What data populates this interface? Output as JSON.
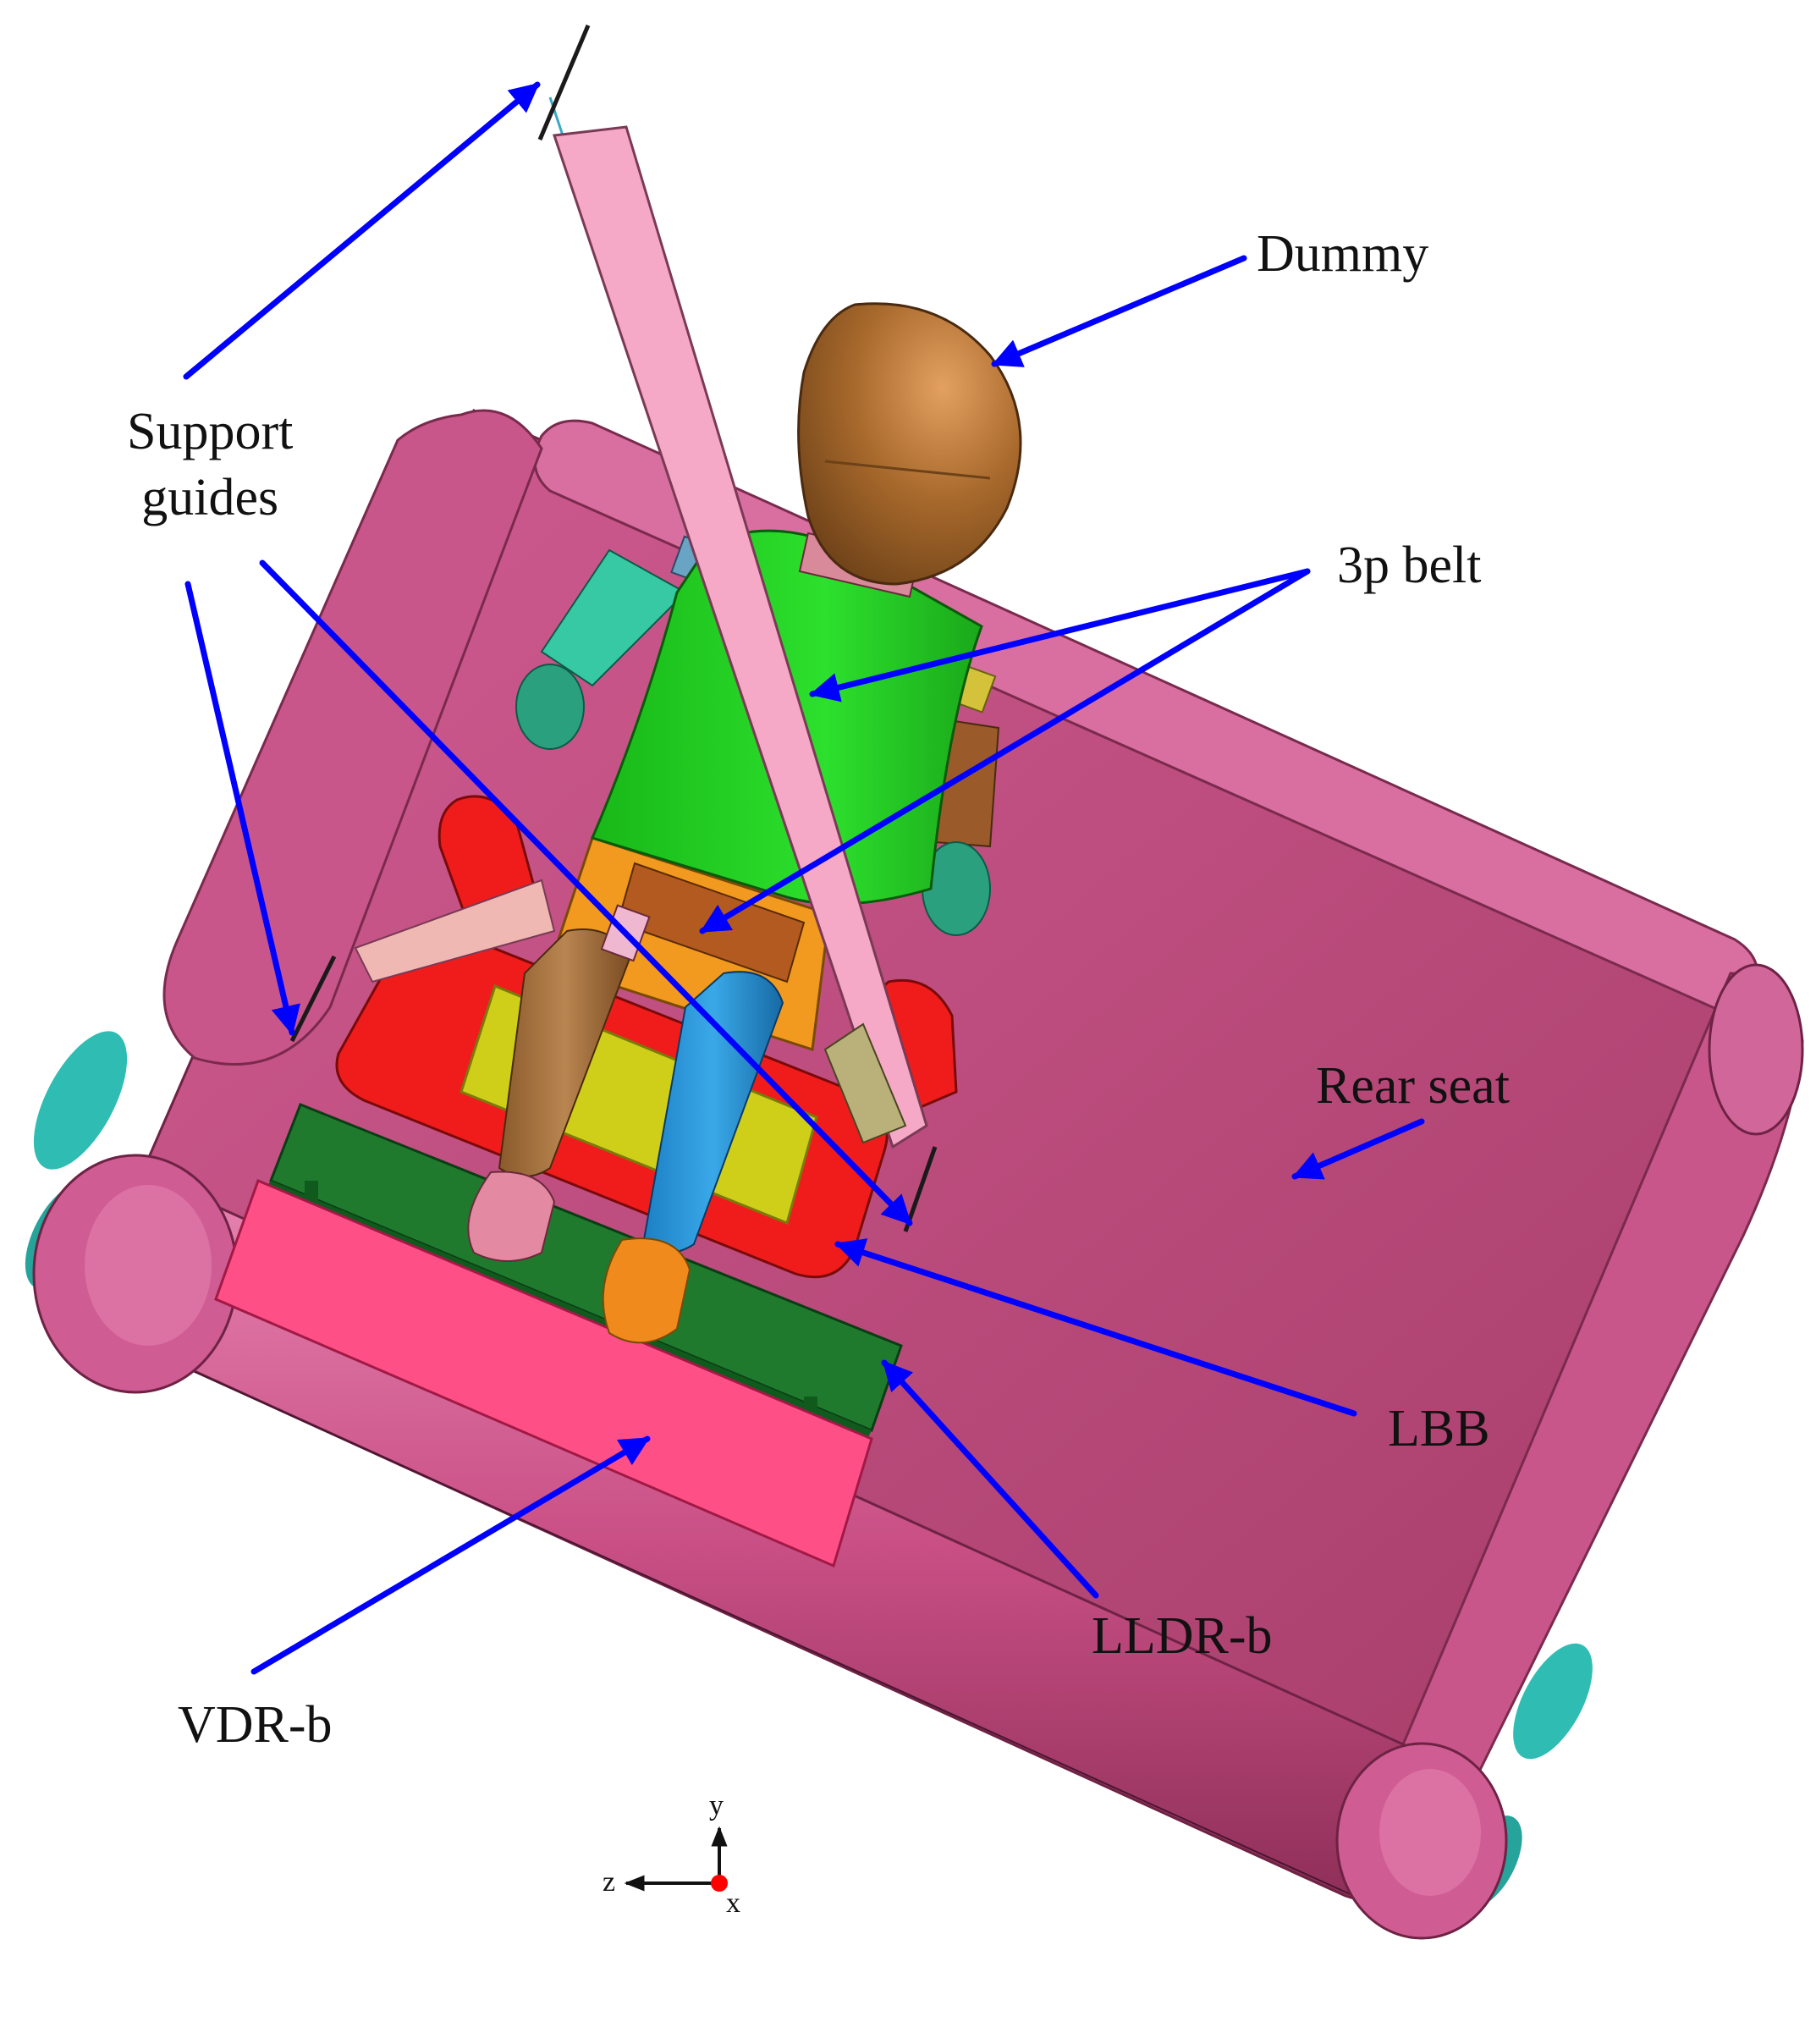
{
  "labels": {
    "dummy": "Dummy",
    "support_guides_line1": "Support",
    "support_guides_line2": "guides",
    "belt": "3p belt",
    "rear_seat": "Rear seat",
    "lbb": "LBB",
    "lldr": "LLDR-b",
    "vdr": "VDR-b"
  },
  "axes": {
    "y": "y",
    "z": "z",
    "x": "x"
  },
  "colors": {
    "seat": "#b84473",
    "seat_light": "#d8649a",
    "seat_dark": "#8e2f58",
    "vdr": "#ff4f87",
    "lldr": "#1f7a2e",
    "lbb": "#f01c1c",
    "booster_insert": "#cfcf1a",
    "shirt": "#22d122",
    "head": "#a8692c",
    "arm_teal": "#37c9a3",
    "belt": "#f6a9c6",
    "arrow": "#0000ff",
    "axis_origin": "#ff0000"
  }
}
